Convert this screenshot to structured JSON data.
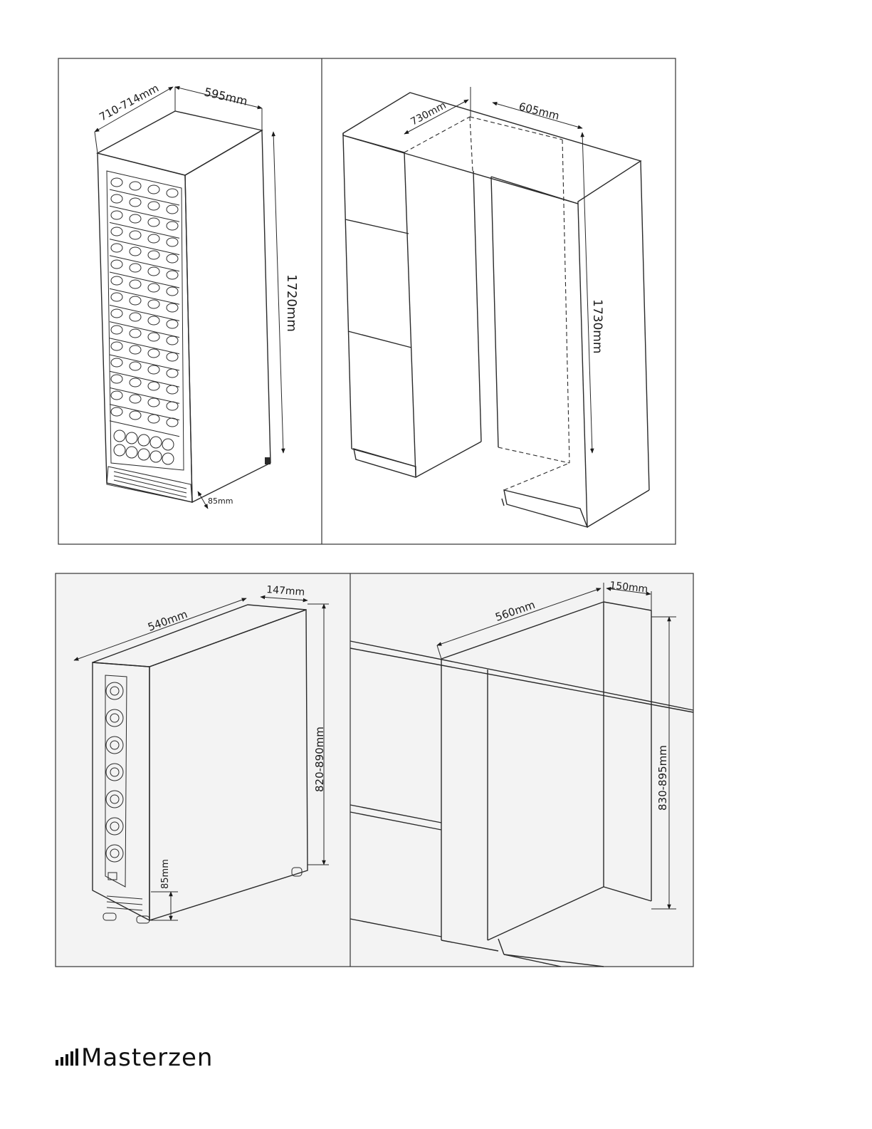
{
  "top_left": {
    "depth": "710-714mm",
    "width": "595mm",
    "height": "1720mm",
    "plinth": "85mm"
  },
  "top_right": {
    "depth": "730mm",
    "width": "605mm",
    "height": "1730mm"
  },
  "bottom_left": {
    "depth": "540mm",
    "width": "147mm",
    "height": "820-890mm",
    "plinth": "85mm"
  },
  "bottom_right": {
    "depth": "560mm",
    "width": "150mm",
    "height": "830-895mm"
  },
  "brand": {
    "name": "Masterzen"
  },
  "colors": {
    "frame": "#333333",
    "panel_bg_bottom": "#f3f3f3",
    "line": "#2a2a2a"
  }
}
